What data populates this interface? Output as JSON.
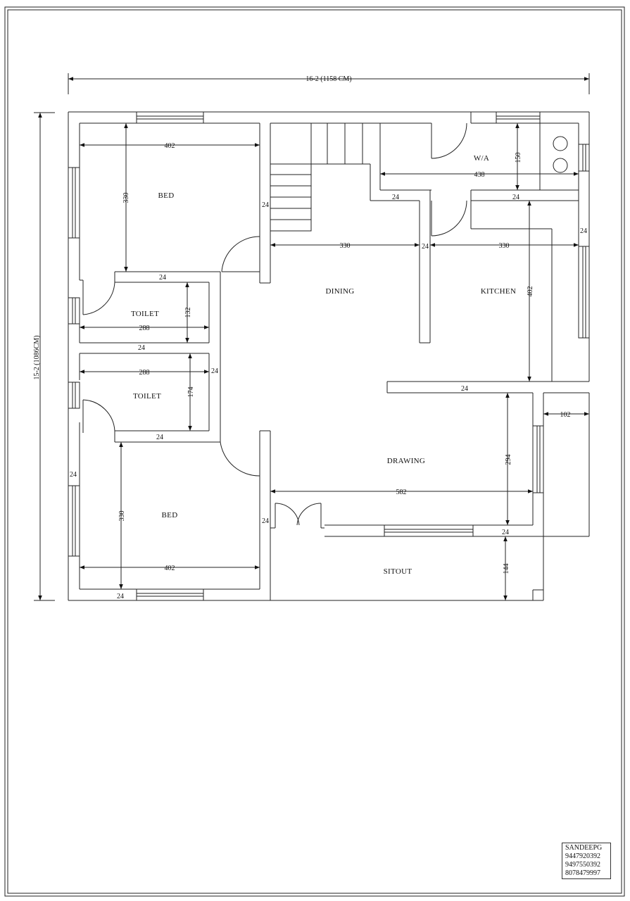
{
  "plan": {
    "overall_width": "16-2  (1158 CM)",
    "overall_height": "15-2  (1086CM)"
  },
  "rooms": {
    "bed_top": "BED",
    "bed_bottom": "BED",
    "toilet_top": "TOILET",
    "toilet_bottom": "TOILET",
    "dining": "DINING",
    "kitchen": "KITCHEN",
    "work_area": "W/A",
    "drawing": "DRAWING",
    "sitout": "SITOUT"
  },
  "dims": {
    "bed_top_width": "402",
    "bed_top_depth": "330",
    "toilet_top_wall": "24",
    "toilet_top_width": "288",
    "toilet_top_depth": "132",
    "toilet_mid_wall": "24",
    "toilet_bottom_width": "288",
    "toilet_side_wall": "24",
    "toilet_bottom_depth": "174",
    "toilet_bottom_wall": "24",
    "bed_bottom_depth": "330",
    "bed_bottom_width": "402",
    "bed_bottom_wall": "24",
    "left_wall": "24",
    "stair_wall": "24",
    "dining_width": "330",
    "dining_kitchen_wall": "24",
    "kitchen_width": "330",
    "kitchen_depth": "402",
    "kitchen_right_wall": "24",
    "wa_wall": "24",
    "wa_kitchen_wall": "24",
    "wa_width": "438",
    "wa_depth": "150",
    "kitchen_bottom_wall": "24",
    "side_offset": "102",
    "drawing_depth": "294",
    "drawing_width": "582",
    "drawing_left_wall": "24",
    "drawing_bottom_wall": "24",
    "sitout_depth": "144"
  },
  "stamp": {
    "name": "SANDEEPG",
    "phone1": "9447920392",
    "phone2": "9497550392",
    "phone3": "8078479997"
  }
}
